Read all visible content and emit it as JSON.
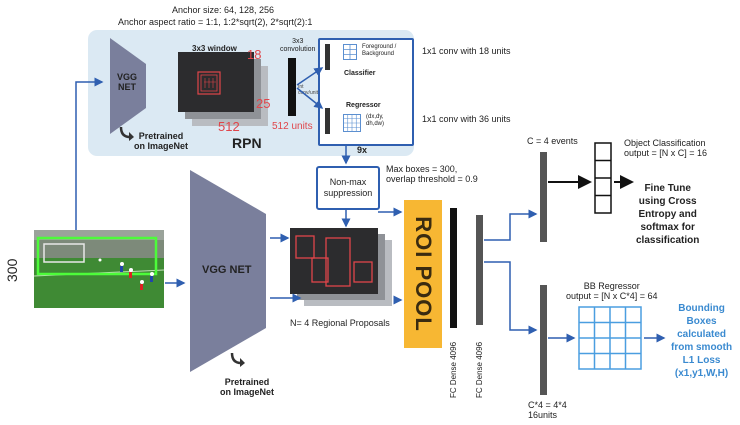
{
  "anchor": {
    "size_label": "Anchor size: 64, 128, 256",
    "ratio_label": "Anchor aspect ratio = 1:1, 1:2*sqrt(2), 2*sqrt(2):1"
  },
  "rpn": {
    "title": "RPN",
    "vgg_label": "VGG\nNET",
    "pretrained_label": "Pretrained\non ImageNet",
    "window_label": "3x3 window",
    "conv_label": "3x3\nconvolution",
    "num_18": "18",
    "num_25": "25",
    "num_512": "512",
    "units_512": "512 units",
    "tiny_label": "Int\nconv/units",
    "classifier_title": "Classifier",
    "classifier_desc": "Foreground /\nBackground",
    "regressor_title": "Regressor",
    "regressor_desc": "(dx,dy,\ndh,dw)",
    "repeat_label": "9x"
  },
  "side_notes": {
    "cls_conv": "1x1 conv with 18 units",
    "reg_conv": "1x1 conv with 36 units"
  },
  "input": {
    "size_label": "300"
  },
  "main": {
    "vgg_label": "VGG NET",
    "pretrained_label": "Pretrained\non ImageNet",
    "nms_label": "Non-max\nsuppression",
    "max_boxes": "Max boxes = 300,\noverlap threshold = 0.9",
    "proposals_label": "N= 4  Regional Proposals",
    "roi_label": "ROI POOL",
    "fc1_label": "FC Dense 4096",
    "fc2_label": "FC Dense 4096"
  },
  "classification": {
    "c_label": "C = 4 events",
    "title": "Object Classification\noutput = [N x C] = 16",
    "finetune": "Fine Tune\nusing Cross\nEntropy and\nsoftmax for\nclassification"
  },
  "regression": {
    "title": "BB Regressor\noutput = [N x C*4] = 64",
    "c4_label": "C*4 = 4*4\n16units",
    "result": "Bounding\nBoxes\ncalculated\nfrom smooth\nL1 Loss\n(x1,y1,W,H)"
  },
  "colors": {
    "blue": "#2f5fb0",
    "red": "#e0454a",
    "orange": "#f7b733",
    "light_blue_text": "#3a8ad0",
    "panel": "#dbe9f3"
  }
}
